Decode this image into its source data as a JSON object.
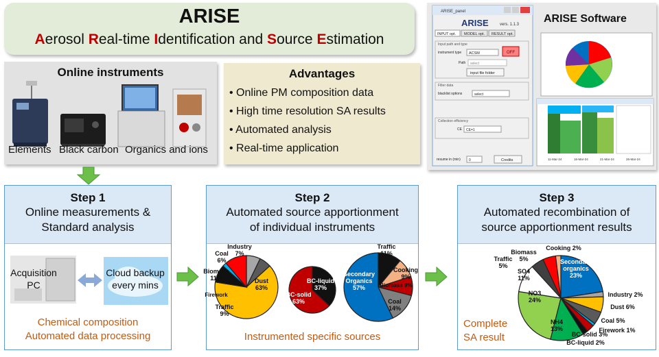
{
  "header": {
    "title": "ARISE",
    "subtitle_parts": [
      {
        "t": "A",
        "k": true
      },
      {
        "t": "erosol ",
        "k": false
      },
      {
        "t": "R",
        "k": true
      },
      {
        "t": "eal-time ",
        "k": false
      },
      {
        "t": "I",
        "k": true
      },
      {
        "t": "dentification and ",
        "k": false
      },
      {
        "t": "S",
        "k": true
      },
      {
        "t": "ource ",
        "k": false
      },
      {
        "t": "E",
        "k": true
      },
      {
        "t": "stimation",
        "k": false
      }
    ]
  },
  "instruments": {
    "title": "Online instruments",
    "labels": [
      "Elements",
      "Black carbon",
      "Organics and ions"
    ]
  },
  "advantages": {
    "title": "Advantages",
    "items": [
      "Online PM composition data",
      "High time resolution SA results",
      "Automated analysis",
      "Real-time application"
    ]
  },
  "software": {
    "title": "ARISE Software",
    "panel": {
      "window_title": "ARISE_panel",
      "app_title": "ARISE",
      "version": "vers. 1.1.3",
      "tabs": [
        "INPUT opt.",
        "MODEL opt.",
        "RESULT opt."
      ],
      "input_group": "Input path and type",
      "instrument_label": "instrument type",
      "instrument_value": "ACSM",
      "off_label": "OFF",
      "path_label": "Path",
      "path_value": "select",
      "folder_button": "input file folder",
      "filter_group": "Filter data",
      "blacklist_label": "blacklist options",
      "blacklist_value": "select",
      "ce_group": "Collection efficiency",
      "ce_label": "CE",
      "ce_value": "CE=1",
      "resume_label": "resume in (min)",
      "resume_value": "0",
      "credits_button": "Credits"
    },
    "ts_dates": [
      "11-Mar-24",
      "16-Mar-24",
      "21-Mar-24",
      "26-Mar-24"
    ]
  },
  "steps": [
    {
      "title": "Step 1",
      "lines": [
        "Online measurements &",
        "Standard analysis"
      ]
    },
    {
      "title": "Step 2",
      "lines": [
        "Automated source apportionment",
        "of individual instruments"
      ]
    },
    {
      "title": "Step 3",
      "lines": [
        "Automated recombination of",
        "source apportionment results"
      ]
    }
  ],
  "step1": {
    "pc_label": [
      "Acquisition",
      "PC"
    ],
    "cloud_label": [
      "Cloud backup",
      "every mins"
    ],
    "caption": [
      "Chemical composition",
      "Automated data processing"
    ]
  },
  "step2": {
    "caption": "Instrumented specific sources"
  },
  "step3": {
    "caption": [
      "Complete",
      "SA result"
    ]
  },
  "colors": {
    "accent_green": "#6cc04a",
    "accent_blue": "#5b9bd5",
    "title_green": "#e3ecd8",
    "key_red": "#c00000",
    "caption_orange": "#c55a11"
  },
  "chart_data": [
    {
      "type": "pie",
      "values": [
        7,
        6,
        63,
        9,
        2,
        11
      ],
      "labels": [
        "Industry\n7%",
        "Coal\n6%",
        "Dust\n63%",
        "Traffic\n9%",
        "Firework",
        "Biomass\n11%"
      ],
      "colors": [
        "#a6a6a6",
        "#5a5a5a",
        "#ffc000",
        "#111111",
        "#00b0f0",
        "#ff0000"
      ]
    },
    {
      "type": "pie",
      "values": [
        37,
        63
      ],
      "labels": [
        "BC-liquid\n37%",
        "BC-solid\n63%"
      ],
      "colors": [
        "#111111",
        "#c00000"
      ]
    },
    {
      "type": "pie",
      "values": [
        11,
        9,
        9,
        14,
        57
      ],
      "labels": [
        "Traffic\n11%",
        "Cooking\n9%",
        "Biomass 9%",
        "Coal\n14%",
        "Secondary\nOrganics\n57%"
      ],
      "colors": [
        "#111111",
        "#f4b183",
        "#c00000",
        "#808080",
        "#0070c0"
      ]
    },
    {
      "type": "pie",
      "values": [
        23,
        2,
        6,
        5,
        1,
        3,
        2,
        13,
        24,
        11,
        5,
        5,
        2
      ],
      "labels": [
        "Secondary\norganics\n23%",
        "Industry 2%",
        "Dust 6%",
        "Coal 5%",
        "Firework 1%",
        "BC-solid 3%",
        "BC-liquid 2%",
        "NH4\n13%",
        "NO3\n24%",
        "SO4\n11%",
        "Traffic\n5%",
        "Biomass\n5%",
        "Cooking 2%"
      ],
      "colors": [
        "#0070c0",
        "#a6a6a6",
        "#ffc000",
        "#5a5a5a",
        "#00b0f0",
        "#c00000",
        "#111111",
        "#00b050",
        "#92d050",
        "#ffffff",
        "#404040",
        "#ff0000",
        "#f4b183"
      ]
    }
  ]
}
